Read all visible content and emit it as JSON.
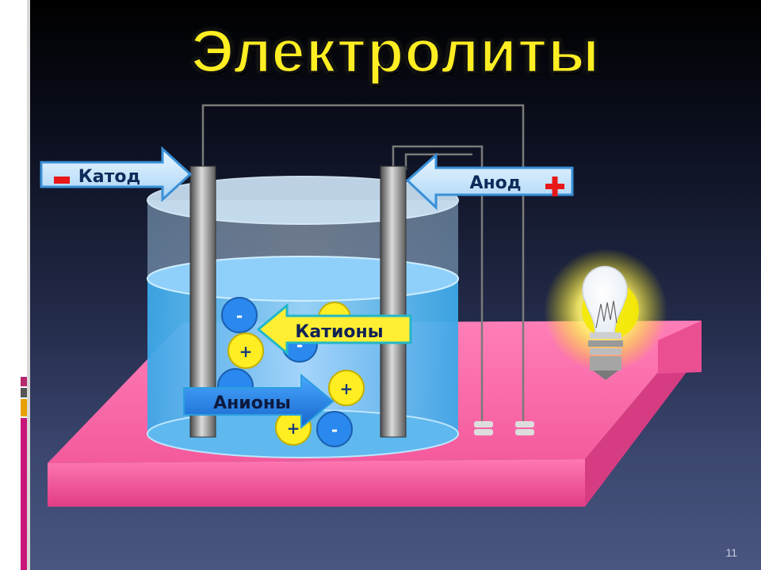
{
  "slide": {
    "title": "Электролиты",
    "page_number": "11"
  },
  "labels": {
    "cathode": "Катод",
    "cathode_sign": "-",
    "anode": "Анод",
    "anode_sign": "+",
    "cations": "Катионы",
    "anions": "Анионы"
  },
  "ions": {
    "positive_symbol": "+",
    "negative_symbol": "-"
  },
  "colors": {
    "title": "#ffee22",
    "arrow_light": "#cfeaff",
    "arrow_dark": "#2277dd",
    "cation_label_bg": "#ffee33",
    "anion_label_bg": "#2a88ee",
    "ion_positive": "#ffee22",
    "ion_negative": "#2a88ee",
    "platform": "#f6589a",
    "sign_red": "#e81818"
  },
  "icons": [
    "light-bulb-icon",
    "electrode-plate-icon",
    "wire-icon"
  ]
}
